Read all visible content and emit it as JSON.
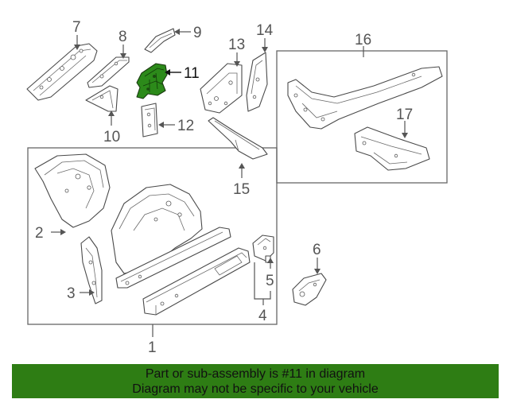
{
  "diagram": {
    "callouts": {
      "c1": "1",
      "c2": "2",
      "c3": "3",
      "c4": "4",
      "c5": "5",
      "c6": "6",
      "c7": "7",
      "c8": "8",
      "c9": "9",
      "c10": "10",
      "c11": "11",
      "c12": "12",
      "c13": "13",
      "c14": "14",
      "c15": "15",
      "c16": "16",
      "c17": "17"
    },
    "highlighted_part": "11",
    "highlight_color": "#2c8a1a"
  },
  "banner": {
    "line1": "Part or sub-assembly is #11 in diagram",
    "line2": "Diagram may not be specific to your vehicle",
    "background": "#2e7d14"
  }
}
